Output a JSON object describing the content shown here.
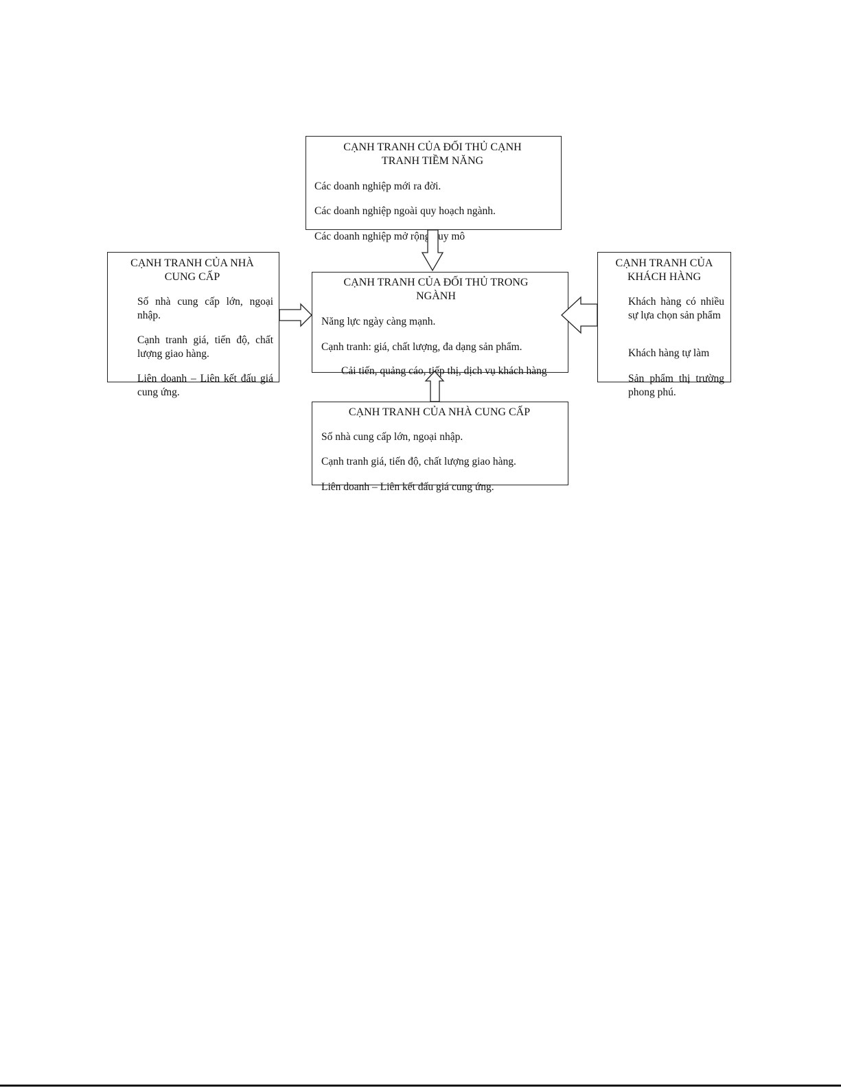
{
  "top_box": {
    "title": "CẠNH TRANH CỦA ĐỐI THỦ CẠNH TRANH TIỀM NĂNG",
    "items": [
      "Các doanh nghiệp mới ra đời.",
      "Các doanh nghiệp ngoài quy hoạch ngành.",
      "Các doanh nghiệp mở rộng quy mô"
    ]
  },
  "left_box": {
    "title": "CẠNH TRANH CỦA NHÀ CUNG CẤP",
    "items": [
      "Số nhà cung cấp lớn, ngoại nhập.",
      "Cạnh tranh giá, tiến độ, chất lượng giao hàng.",
      "Liên doanh – Liên kết đấu giá cung ứng."
    ]
  },
  "center_box": {
    "title": "CẠNH TRANH CỦA ĐỐI THỦ TRONG NGÀNH",
    "items": [
      "Năng lực ngày càng mạnh.",
      "Cạnh tranh: giá, chất lượng, đa dạng sản phẩm.",
      "Cải tiến, quảng cáo, tiếp thị, dịch vụ khách hàng"
    ]
  },
  "right_box": {
    "title": "CẠNH TRANH CỦA KHÁCH HÀNG",
    "items": [
      "Khách hàng có nhiều sự lựa chọn sản phẩm",
      "Khách hàng tự làm",
      "Sản phẩm thị trường phong phú."
    ]
  },
  "bottom_box": {
    "title": "CẠNH TRANH CỦA NHÀ CUNG CẤP",
    "items": [
      "Số nhà cung cấp lớn, ngoại nhập.",
      "Cạnh tranh giá, tiến độ, chất lượng giao hàng.",
      "Liên doanh – Liên kết đấu giá cung ứng."
    ]
  }
}
